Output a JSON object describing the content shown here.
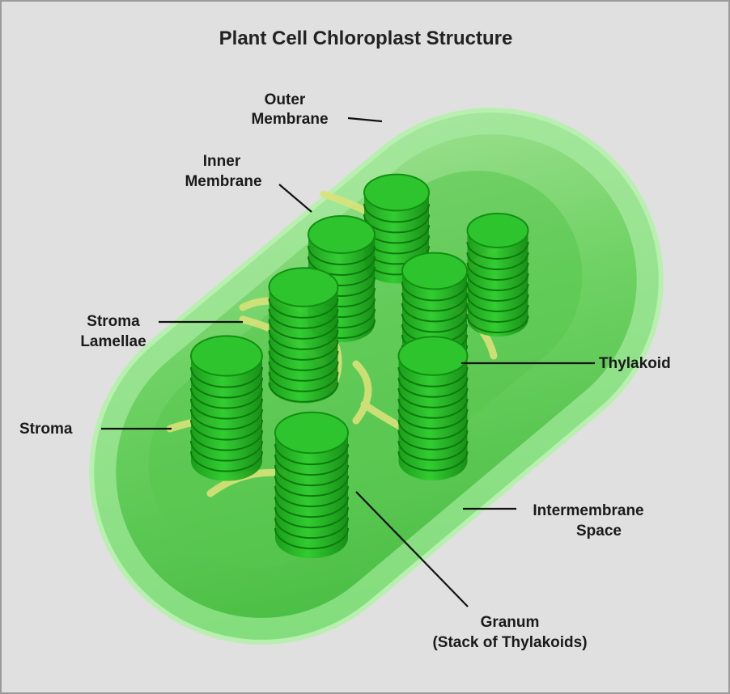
{
  "title": "Plant Cell Chloroplast Structure",
  "labels": {
    "outer_membrane": [
      "Outer",
      "Membrane"
    ],
    "inner_membrane": [
      "Inner",
      "Membrane"
    ],
    "stroma_lamellae": [
      "Stroma",
      "Lamellae"
    ],
    "stroma": "Stroma",
    "thylakoid": "Thylakoid",
    "intermembrane_space": [
      "Intermembrane",
      "Space"
    ],
    "granum": [
      "Granum",
      "(Stack of Thylakoids)"
    ]
  },
  "colors": {
    "background": "#e0e0e0",
    "outer": "#8fe08a",
    "inner": "#4cc243",
    "granum": "#22b322",
    "lamellae": "#d8e27a"
  }
}
